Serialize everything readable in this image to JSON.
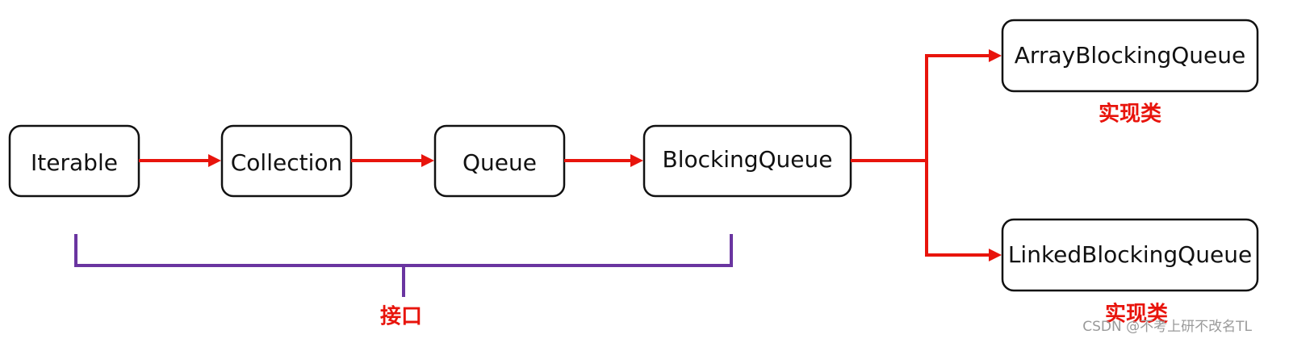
{
  "nodes": {
    "iterable": "Iterable",
    "collection": "Collection",
    "queue": "Queue",
    "blocking_queue": "BlockingQueue",
    "array_blocking_queue": "ArrayBlockingQueue",
    "linked_blocking_queue": "LinkedBlockingQueue"
  },
  "labels": {
    "interface": "接口",
    "impl_top": "实现类",
    "impl_bottom": "实现类"
  },
  "watermark": "CSDN @不考上研不改名TL",
  "colors": {
    "arrow": "#e8140c",
    "bracket": "#6a35a0",
    "label": "#e8140c",
    "box_border": "#111111",
    "watermark": "#9a9a9a"
  }
}
